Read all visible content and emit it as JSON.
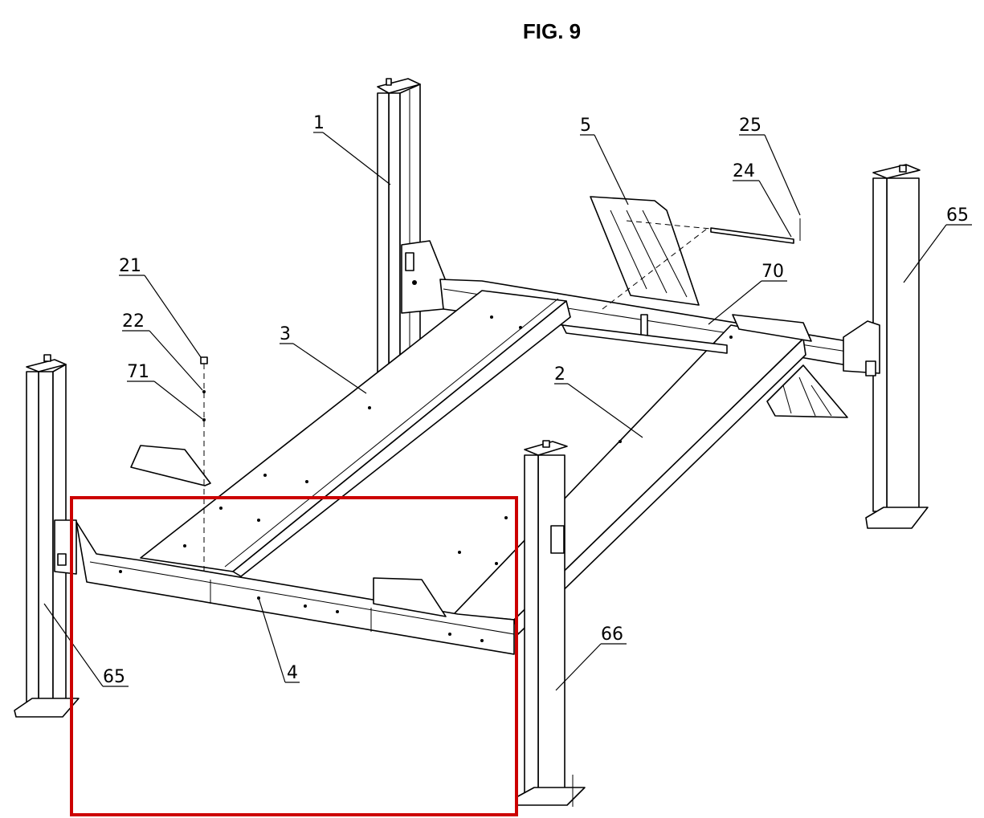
{
  "figure": {
    "title": "FIG. 9"
  },
  "callouts": [
    {
      "id": "1",
      "label": "1"
    },
    {
      "id": "5",
      "label": "5"
    },
    {
      "id": "25",
      "label": "25"
    },
    {
      "id": "24",
      "label": "24"
    },
    {
      "id": "65a",
      "label": "65"
    },
    {
      "id": "21",
      "label": "21"
    },
    {
      "id": "22",
      "label": "22"
    },
    {
      "id": "71",
      "label": "71"
    },
    {
      "id": "3",
      "label": "3"
    },
    {
      "id": "70",
      "label": "70"
    },
    {
      "id": "2",
      "label": "2"
    },
    {
      "id": "66",
      "label": "66"
    },
    {
      "id": "65b",
      "label": "65"
    },
    {
      "id": "4",
      "label": "4"
    }
  ],
  "colors": {
    "highlight": "#cc0000",
    "line": "#000000",
    "background": "#ffffff"
  }
}
